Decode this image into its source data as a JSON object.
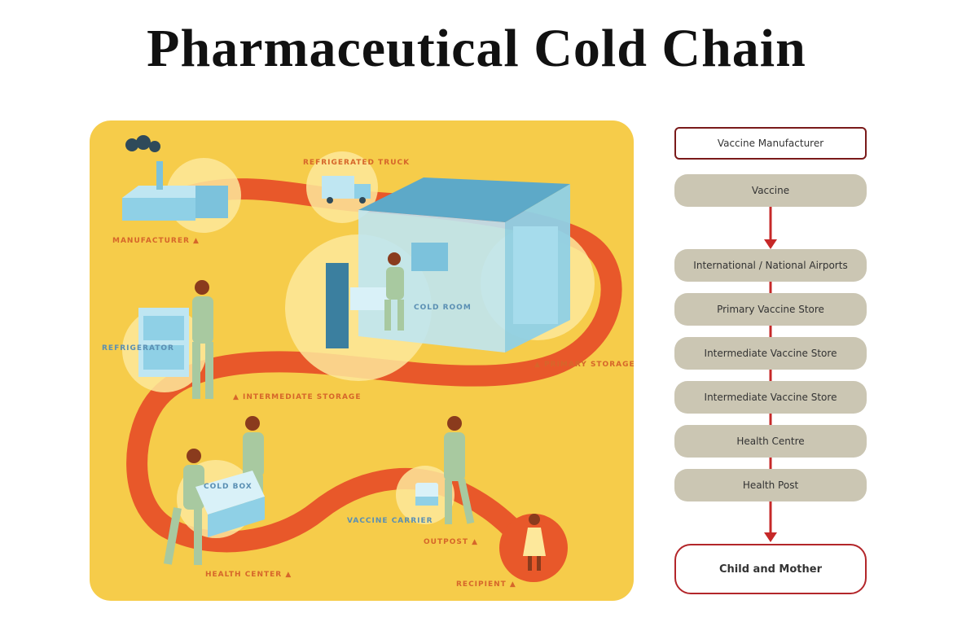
{
  "title": "Pharmaceutical Cold Chain",
  "illustration": {
    "labels": {
      "manufacturer": "MANUFACTURER ▲",
      "refrigerated_truck": "REFRIGERATED TRUCK",
      "cold_room": "COLD ROOM",
      "primary_storage": "▲ PRIMARY STORAGE",
      "refrigerator": "REFRIGERATOR",
      "intermediate_storage": "▲ INTERMEDIATE STORAGE",
      "cold_box": "COLD BOX",
      "vaccine_carrier": "VACCINE CARRIER",
      "outpost": "OUTPOST ▲",
      "health_center": "HEALTH CENTER ▲",
      "recipient": "RECIPIENT ▲"
    },
    "colors": {
      "background": "#f6cc4a",
      "path": "#e8582a",
      "cold": "#8fd0e6"
    }
  },
  "flowchart": {
    "steps": [
      "Vaccine Manufacturer",
      "Vaccine",
      "International / National Airports",
      "Primary Vaccine Store",
      "Intermediate Vaccine Store",
      "Intermediate Vaccine Store",
      "Health Centre",
      "Health Post",
      "Child and Mother"
    ],
    "colors": {
      "box": "#cbc6b3",
      "arrow": "#c62828",
      "border": "#7a1a1a"
    }
  }
}
